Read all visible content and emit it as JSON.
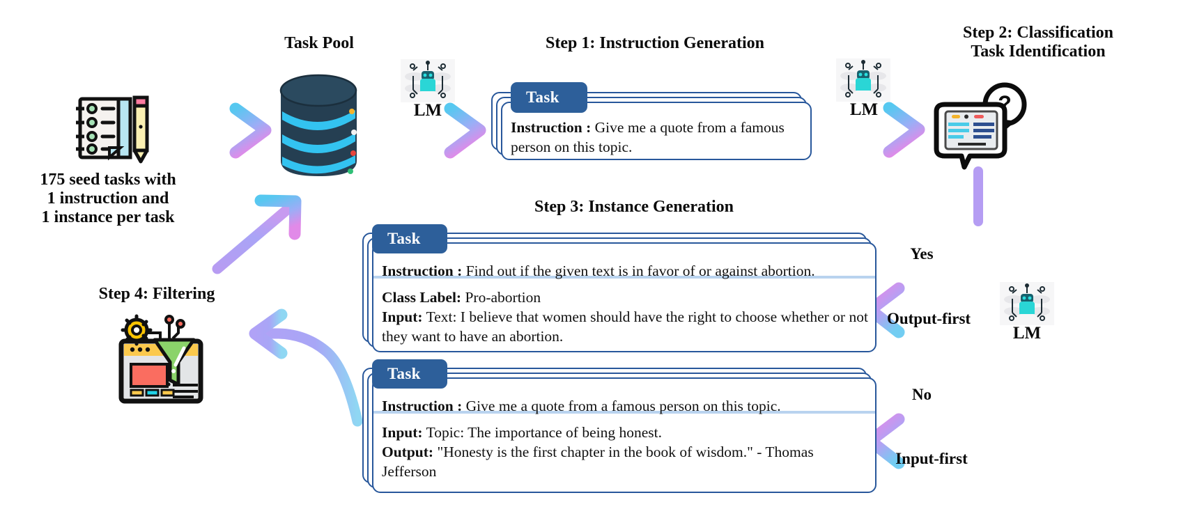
{
  "seed": {
    "caption_line1": "175 seed tasks with",
    "caption_line2": "1 instruction and",
    "caption_line3": "1 instance per task",
    "icon": "notebook-pencil-icon"
  },
  "task_pool": {
    "title": "Task Pool",
    "icon": "database-icon"
  },
  "lm": {
    "label": "LM",
    "icon": "robot-icon"
  },
  "steps": {
    "step1": {
      "title": "Step 1: Instruction Generation"
    },
    "step2": {
      "title_line1": "Step 2: Classification",
      "title_line2": "Task Identification",
      "icon": "screen-question-icon"
    },
    "step3": {
      "title": "Step 3: Instance Generation"
    },
    "step4": {
      "title": "Step 4: Filtering",
      "icon": "funnel-filter-icon"
    }
  },
  "cards": {
    "instruction_card": {
      "badge": "Task",
      "instruction_label": "Instruction :",
      "instruction_text": "Give me a quote from a famous person on this topic."
    },
    "classification_card": {
      "badge": "Task",
      "instruction_label": "Instruction :",
      "instruction_text": "Find out if the given text is in favor of or against abortion.",
      "class_label_label": "Class Label:",
      "class_label_value": "Pro-abortion",
      "input_label": "Input:",
      "input_value": "Text: I believe that women should have the right to choose whether or not they want to have an abortion."
    },
    "generation_card": {
      "badge": "Task",
      "instruction_label": "Instruction :",
      "instruction_text": "Give me a quote from a famous person on this topic.",
      "input_label": "Input:",
      "input_value": "Topic: The importance of being honest.",
      "output_label": "Output:",
      "output_value": "\"Honesty is the first chapter in the book of wisdom.\" - Thomas Jefferson"
    }
  },
  "branches": {
    "yes": "Yes",
    "output_first": "Output-first",
    "no": "No",
    "input_first": "Input-first"
  },
  "colors": {
    "arrow_purple": "#a99cf5",
    "arrow_cyan": "#56c8f0",
    "arrow_pink": "#e18ae8",
    "card_border": "#28579b",
    "badge_blue": "#2d5f9a",
    "divider_blue": "#b9d3ef",
    "db_dark": "#253f52",
    "db_cyan": "#33c3f0"
  }
}
